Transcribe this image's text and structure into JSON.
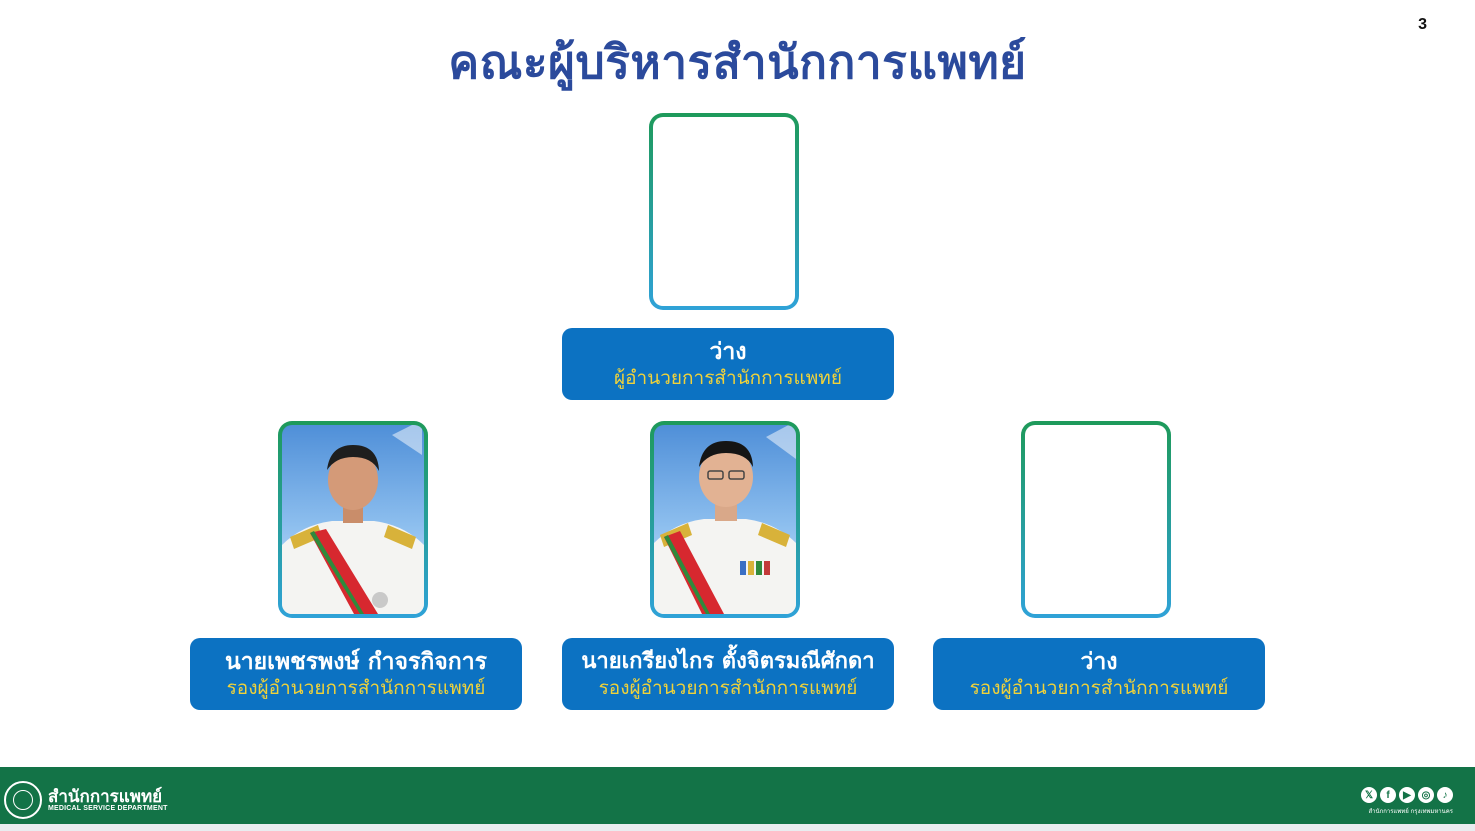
{
  "page_number": "3",
  "title": "คณะผู้บริหารสำนักการแพทย์",
  "director": {
    "name": "ว่าง",
    "role": "ผู้อำนวยการสำนักการแพทย์"
  },
  "deputies": [
    {
      "name": "นายเพชรพงษ์ กำจรกิจการ",
      "role": "รองผู้อำนวยการสำนักการแพทย์"
    },
    {
      "name": "นายเกรียงไกร ตั้งจิตรมณีศักดา",
      "role": "รองผู้อำนวยการสำนักการแพทย์"
    },
    {
      "name": "ว่าง",
      "role": "รองผู้อำนวยการสำนักการแพทย์"
    }
  ],
  "footer": {
    "org_name_th": "สำนักการแพทย์",
    "org_name_en": "MEDICAL SERVICE DEPARTMENT",
    "social_caption": "สำนักการแพทย์ กรุงเทพมหานคร",
    "social_icons": [
      "x-icon",
      "facebook-icon",
      "youtube-icon",
      "instagram-icon",
      "tiktok-icon"
    ]
  },
  "colors": {
    "title": "#2b4a9c",
    "card_bg": "#0c72c2",
    "role_text": "#f0d23a",
    "footer_bg": "#137347"
  }
}
